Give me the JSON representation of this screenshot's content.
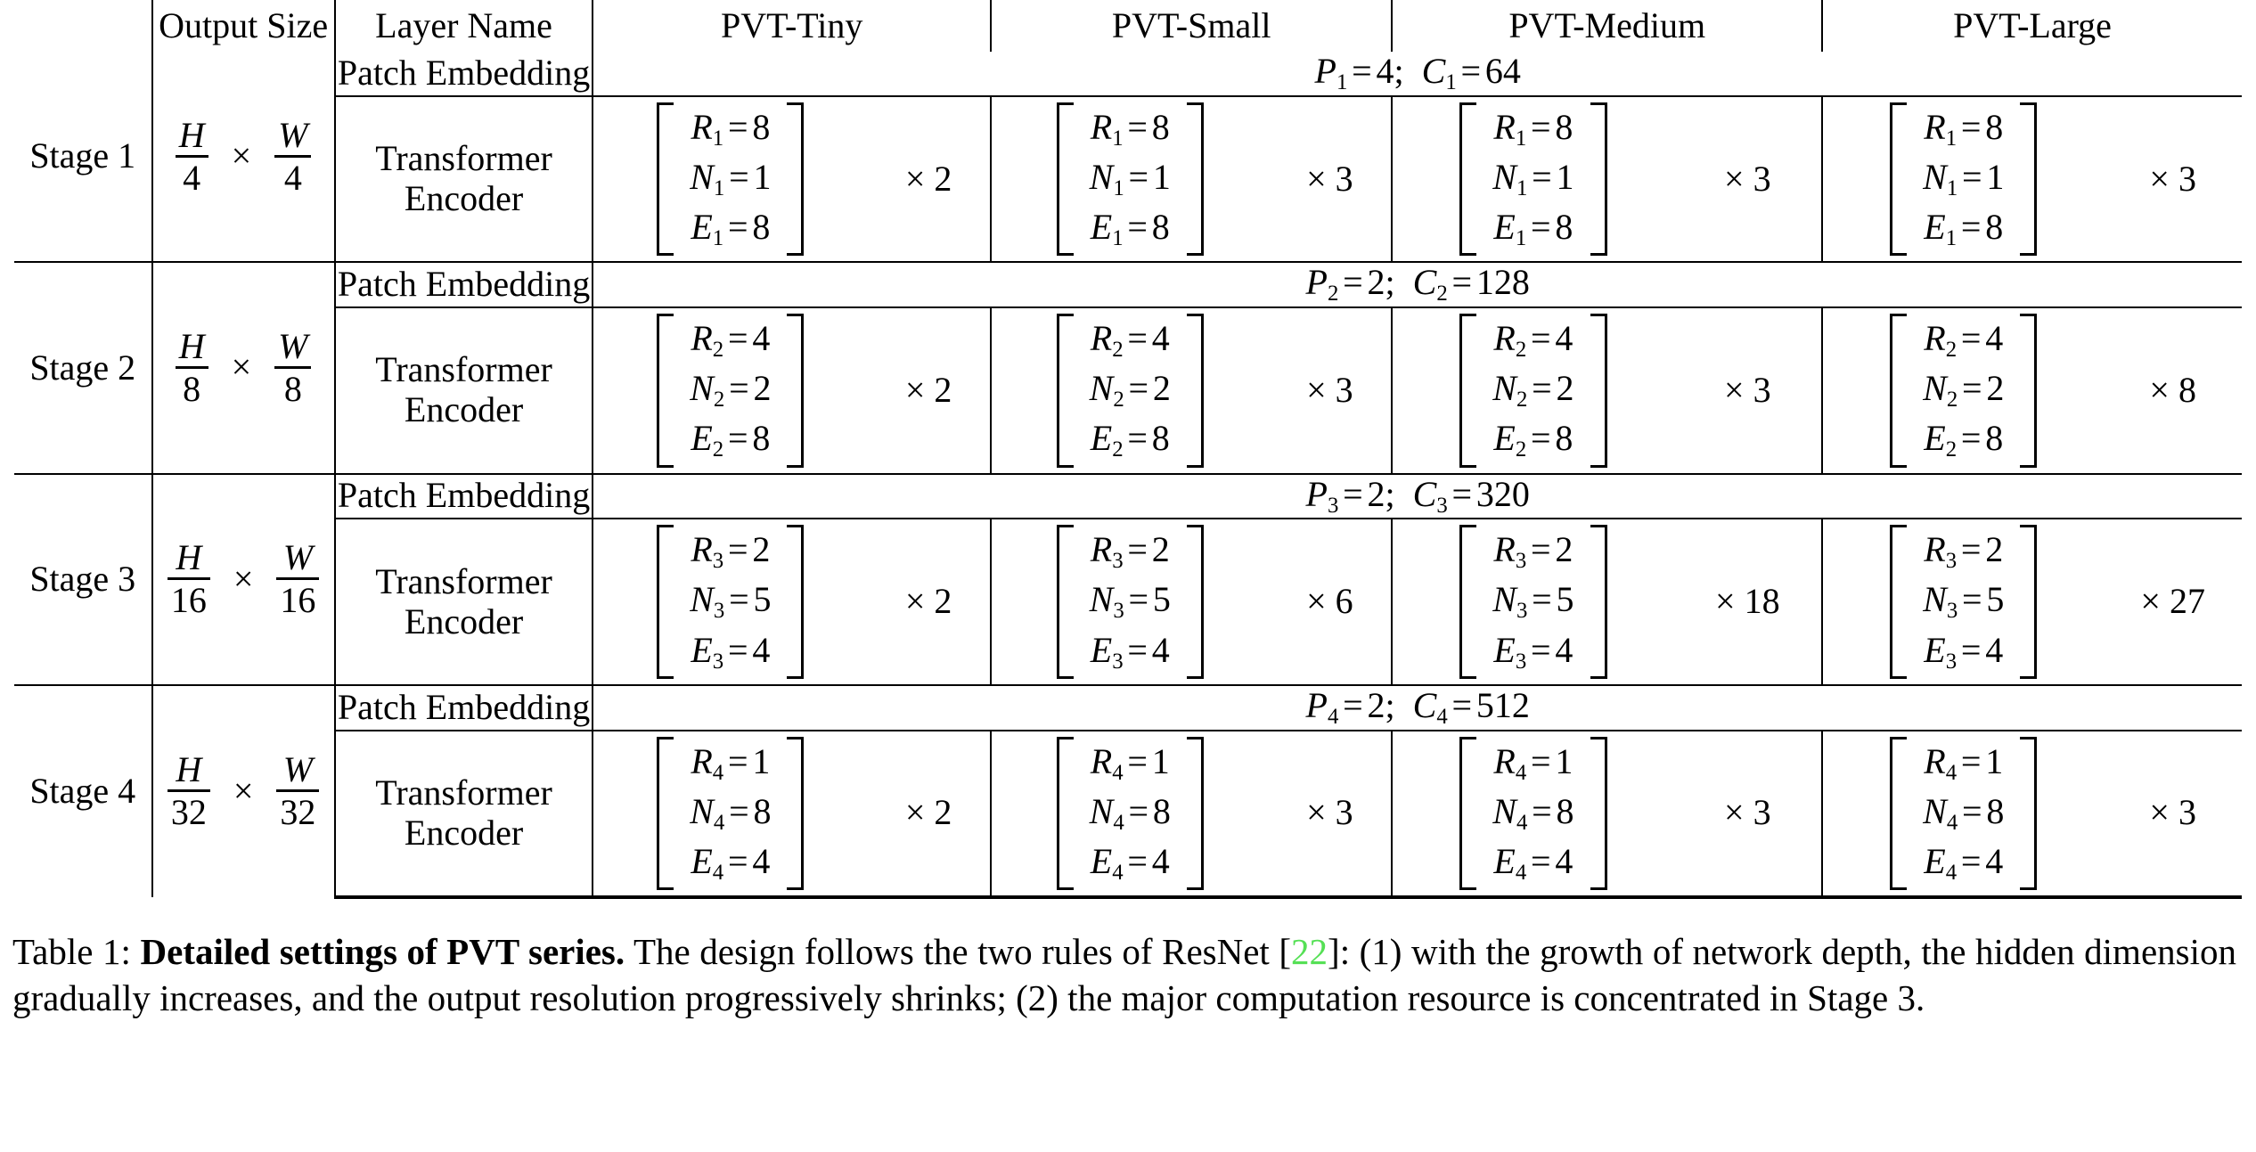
{
  "table": {
    "label": "Table 1",
    "headers": {
      "stage": "",
      "output_size": "Output Size",
      "layer_name": "Layer Name",
      "models": [
        "PVT-Tiny",
        "PVT-Small",
        "PVT-Medium",
        "PVT-Large"
      ]
    },
    "layer_names": {
      "patch_embedding": "Patch Embedding",
      "transformer_line1": "Transformer",
      "transformer_line2": "Encoder"
    },
    "stages": [
      {
        "name": "Stage 1",
        "output_size": {
          "h_num": "H",
          "h_den": "4",
          "times": "×",
          "w_num": "W",
          "w_den": "4"
        },
        "patch_embedding": {
          "p_sym": "P",
          "p_sub": "1",
          "p_val": "4",
          "c_sym": "C",
          "c_sub": "1",
          "c_val": "64",
          "text": "P₁ = 4;  C₁ = 64"
        },
        "encoder": {
          "rows": [
            {
              "sym": "R",
              "sub": "1",
              "val": "8"
            },
            {
              "sym": "N",
              "sub": "1",
              "val": "1"
            },
            {
              "sym": "E",
              "sub": "1",
              "val": "8"
            }
          ],
          "multipliers": [
            "× 2",
            "× 3",
            "× 3",
            "× 3"
          ]
        }
      },
      {
        "name": "Stage 2",
        "output_size": {
          "h_num": "H",
          "h_den": "8",
          "times": "×",
          "w_num": "W",
          "w_den": "8"
        },
        "patch_embedding": {
          "p_sym": "P",
          "p_sub": "2",
          "p_val": "2",
          "c_sym": "C",
          "c_sub": "2",
          "c_val": "128",
          "text": "P₂ = 2;  C₂ = 128"
        },
        "encoder": {
          "rows": [
            {
              "sym": "R",
              "sub": "2",
              "val": "4"
            },
            {
              "sym": "N",
              "sub": "2",
              "val": "2"
            },
            {
              "sym": "E",
              "sub": "2",
              "val": "8"
            }
          ],
          "multipliers": [
            "× 2",
            "× 3",
            "× 3",
            "× 8"
          ]
        }
      },
      {
        "name": "Stage 3",
        "output_size": {
          "h_num": "H",
          "h_den": "16",
          "times": "×",
          "w_num": "W",
          "w_den": "16"
        },
        "patch_embedding": {
          "p_sym": "P",
          "p_sub": "3",
          "p_val": "2",
          "c_sym": "C",
          "c_sub": "3",
          "c_val": "320",
          "text": "P₃ = 2;  C₃ = 320"
        },
        "encoder": {
          "rows": [
            {
              "sym": "R",
              "sub": "3",
              "val": "2"
            },
            {
              "sym": "N",
              "sub": "3",
              "val": "5"
            },
            {
              "sym": "E",
              "sub": "3",
              "val": "4"
            }
          ],
          "multipliers": [
            "× 2",
            "× 6",
            "× 18",
            "× 27"
          ]
        }
      },
      {
        "name": "Stage 4",
        "output_size": {
          "h_num": "H",
          "h_den": "32",
          "times": "×",
          "w_num": "W",
          "w_den": "32"
        },
        "patch_embedding": {
          "p_sym": "P",
          "p_sub": "4",
          "p_val": "2",
          "c_sym": "C",
          "c_sub": "4",
          "c_val": "512",
          "text": "P₄ = 2;  C₄ =512"
        },
        "encoder": {
          "rows": [
            {
              "sym": "R",
              "sub": "4",
              "val": "1"
            },
            {
              "sym": "N",
              "sub": "4",
              "val": "8"
            },
            {
              "sym": "E",
              "sub": "4",
              "val": "4"
            }
          ],
          "multipliers": [
            "× 2",
            "× 3",
            "× 3",
            "× 3"
          ]
        }
      }
    ]
  },
  "caption": {
    "prefix": "Table 1:",
    "bold_title": "Detailed settings of PVT series.",
    "text_before_cite": "The design follows the two rules of ResNet [",
    "citation": "22",
    "text_after_cite": "]: (1) with the growth of network depth, the hidden dimension gradually increases, and the output resolution progressively shrinks; (2) the major computation resource is concentrated in Stage 3.",
    "citation_color": "#55e055"
  }
}
